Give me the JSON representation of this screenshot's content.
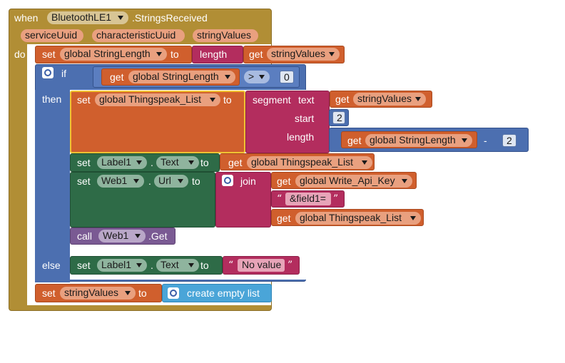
{
  "event": {
    "when": "when",
    "component": "BluetoothLE1",
    "event_name": ".StringsReceived",
    "params": [
      "serviceUuid",
      "characteristicUuid",
      "stringValues"
    ],
    "do": "do"
  },
  "set1": {
    "set": "set",
    "var": "global StringLength",
    "to": "to",
    "length": "length",
    "get": "get",
    "get_var": "stringValues"
  },
  "if": {
    "if": "if",
    "then": "then",
    "else": "else",
    "get": "get",
    "get_var": "global StringLength",
    "op": ">",
    "num": "0"
  },
  "set_list": {
    "set": "set",
    "var": "global Thingspeak_List",
    "to": "to",
    "segment": "segment",
    "text": "text",
    "start": "start",
    "length": "length",
    "get": "get",
    "text_var": "stringValues",
    "start_num": "2",
    "len_get": "get",
    "len_var": "global StringLength",
    "minus": "-",
    "len_num": "2"
  },
  "set_label": {
    "set": "set",
    "component": "Label1",
    "dot": ".",
    "prop": "Text",
    "to": "to",
    "get": "get",
    "get_var": "global Thingspeak_List"
  },
  "set_web": {
    "set": "set",
    "component": "Web1",
    "dot": ".",
    "prop": "Url",
    "to": "to",
    "join": "join",
    "get1": "get",
    "var1": "global Write_Api_Key",
    "str": "&field1=",
    "get2": "get",
    "var2": "global Thingspeak_List"
  },
  "call_web": {
    "call": "call",
    "component": "Web1",
    "method": ".Get"
  },
  "else_label": {
    "set": "set",
    "component": "Label1",
    "dot": ".",
    "prop": "Text",
    "to": "to",
    "str": "No value"
  },
  "set_sv": {
    "set": "set",
    "var": "stringValues",
    "to": "to",
    "create": "create empty list"
  }
}
